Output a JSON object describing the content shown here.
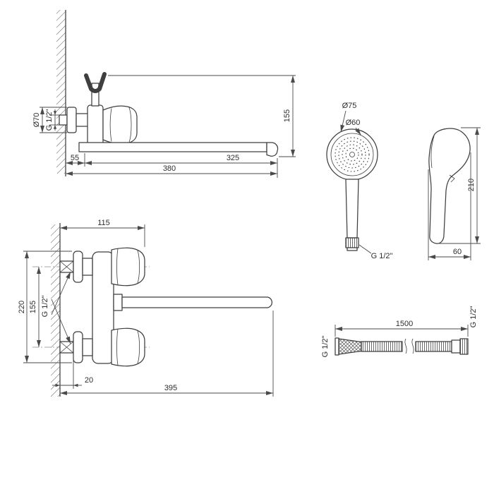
{
  "colors": {
    "background": "#ffffff",
    "line": "#3f3f3f",
    "text": "#2e2e2e"
  },
  "faucet_side_view": {
    "flange_diameter": "Ø70",
    "wall_thread": "G 1/2\"",
    "wall_to_body": "55",
    "body_to_spout_end": "325",
    "total_reach": "380",
    "height": "155"
  },
  "shower_head_front_view": {
    "outer_diameter": "Ø75",
    "face_diameter": "Ø60",
    "handle_thread": "G 1/2\""
  },
  "shower_head_side_view": {
    "height": "210",
    "width": "60"
  },
  "faucet_top_view": {
    "handle_projection": "115",
    "body_span": "220",
    "inlet_centers": "155",
    "inlet_thread": "G 1/2\"",
    "wall_offset": "20",
    "total_length": "395"
  },
  "hose_view": {
    "length": "1500",
    "thread_left": "G 1/2\"",
    "thread_right": "G 1/2\""
  }
}
